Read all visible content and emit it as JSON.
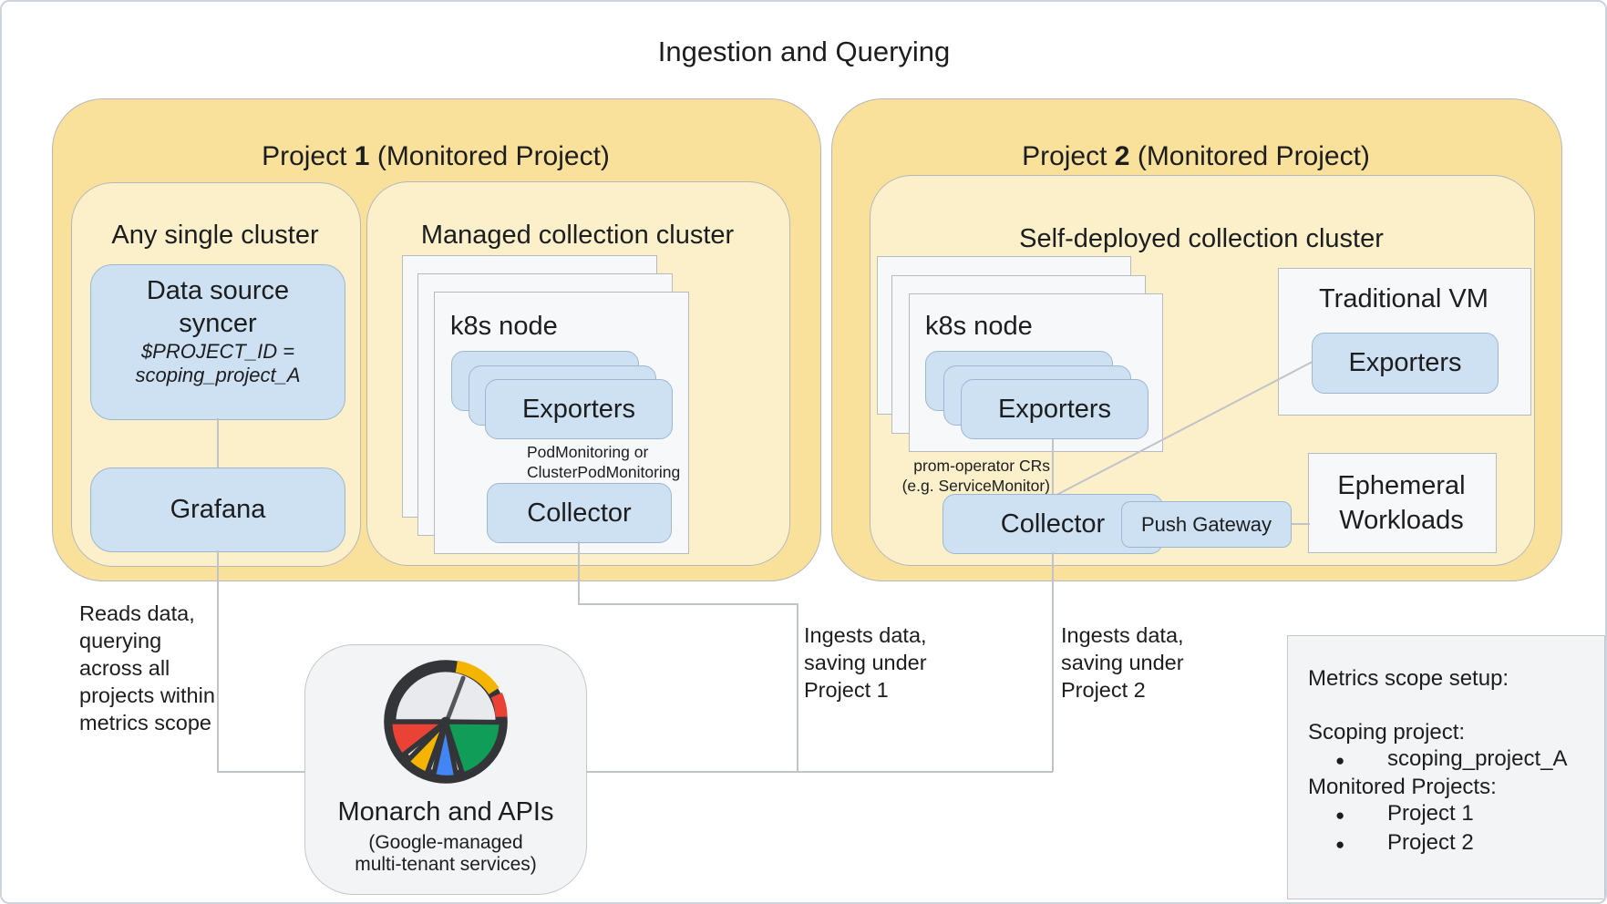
{
  "page": {
    "title": "Ingestion and Querying"
  },
  "icons": {
    "monarch": "cloud-monitoring-gauge-icon"
  },
  "colors": {
    "project_fill": "#fae19b",
    "cluster_fill": "#fcf0cb",
    "component_fill": "#cee1f2",
    "node_card_fill": "#f7f8fa",
    "service_fill": "#f3f4f6",
    "connector": "#c0c3c7",
    "gauge_red": "#ea4335",
    "gauge_yellow": "#f4b400",
    "gauge_blue": "#4285f4",
    "gauge_green": "#0f9d58",
    "gauge_ring": "#343538"
  },
  "project1": {
    "label_prefix": "Project",
    "label_num": "1",
    "label_suffix": "(Monitored Project)",
    "any_single_cluster": {
      "title": "Any single cluster",
      "data_source_syncer": {
        "line1": "Data source",
        "line2": "syncer",
        "sub1": "$PROJECT_ID =",
        "sub2": "scoping_project_A"
      },
      "grafana": "Grafana"
    },
    "managed_cluster": {
      "title": "Managed collection cluster",
      "node_label": "k8s node",
      "exporters": "Exporters",
      "monitoring_note_line1": "PodMonitoring or",
      "monitoring_note_line2": "ClusterPodMonitoring",
      "collector": "Collector"
    }
  },
  "project2": {
    "label_prefix": "Project",
    "label_num": "2",
    "label_suffix": "(Monitored Project)",
    "self_deployed_cluster": {
      "title": "Self-deployed collection cluster",
      "node_label": "k8s node",
      "exporters": "Exporters",
      "operator_note_line1": "prom-operator CRs",
      "operator_note_line2": "(e.g. ServiceMonitor)",
      "collector": "Collector",
      "push_gateway": "Push Gateway"
    },
    "traditional_vm": {
      "title": "Traditional VM",
      "exporters": "Exporters"
    },
    "ephemeral_workloads": {
      "line1": "Ephemeral",
      "line2": "Workloads"
    }
  },
  "monarch": {
    "title": "Monarch and APIs",
    "subtitle_line1": "(Google-managed",
    "subtitle_line2": "multi-tenant services)"
  },
  "metrics_scope": {
    "heading": "Metrics scope setup:",
    "bullet": "●",
    "scoping_label": "Scoping project:",
    "scoping_items": [
      "scoping_project_A"
    ],
    "monitored_label": "Monitored Projects:",
    "monitored_items": [
      "Project 1",
      "Project 2"
    ]
  },
  "annotations": {
    "reads": [
      "Reads data,",
      "querying",
      "across all",
      "projects within",
      "metrics scope"
    ],
    "ingest1": [
      "Ingests data,",
      "saving under",
      "Project 1"
    ],
    "ingest2": [
      "Ingests data,",
      "saving under",
      "Project 2"
    ]
  }
}
